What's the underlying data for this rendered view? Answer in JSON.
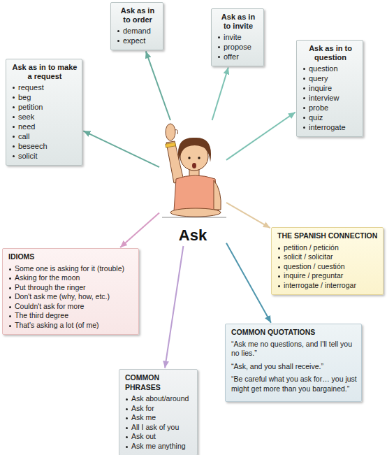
{
  "diagram": {
    "nodes": [
      {
        "text": [
          "Ask as in to order",
          "demand",
          "expect"
        ]
      },
      {
        "text": [
          "Ask as in to invite",
          "invite",
          "propose",
          "offer"
        ]
      },
      {
        "text": [
          "Ask as in to make a request",
          "request",
          "beg",
          "petition",
          "seek",
          "need",
          "call",
          "beseech",
          "solicit"
        ]
      },
      {
        "text": [
          "Ask as in to question",
          "question",
          "query",
          "inquire",
          "interview",
          "probe",
          "quiz",
          "interrogate"
        ]
      },
      {
        "text": [
          "Ask"
        ]
      },
      {
        "text": [
          "IDIOMS",
          "Some one is asking for it (trouble)",
          "Asking for the moon",
          "Put through the ringer",
          "Don't ask me (why, how, etc.)",
          "Couldn't ask for more",
          "The third degree",
          "That's asking a lot (of me)"
        ]
      },
      {
        "text": [
          "THE SPANISH CONNECTION",
          "petition / petición",
          "solicit / solicitar",
          "question / cuestión",
          "inquire / preguntar",
          "interrogate / interrogar"
        ]
      },
      {
        "text": [
          "COMMON QUOTATIONS",
          "“Ask me no questions, and I'll tell you no lies.”",
          "“Ask, and you shall receive.”",
          "“Be careful what you ask for… you just might get more than you bargained.”"
        ]
      },
      {
        "text": [
          "COMMON PHRASES",
          "Ask about/around",
          "Ask for",
          "Ask me",
          "All I ask of you",
          "Ask out",
          "Ask me anything"
        ]
      }
    ],
    "edges": [
      {
        "from": 4,
        "to": 0,
        "arrow": "to"
      },
      {
        "from": 4,
        "to": 1,
        "arrow": "to"
      },
      {
        "from": 4,
        "to": 2,
        "arrow": "to"
      },
      {
        "from": 4,
        "to": 3,
        "arrow": "to"
      },
      {
        "from": 4,
        "to": 5,
        "arrow": "to"
      },
      {
        "from": 4,
        "to": 6,
        "arrow": "to"
      },
      {
        "from": 4,
        "to": 7,
        "arrow": "to"
      },
      {
        "from": 4,
        "to": 8,
        "arrow": "to"
      }
    ]
  }
}
